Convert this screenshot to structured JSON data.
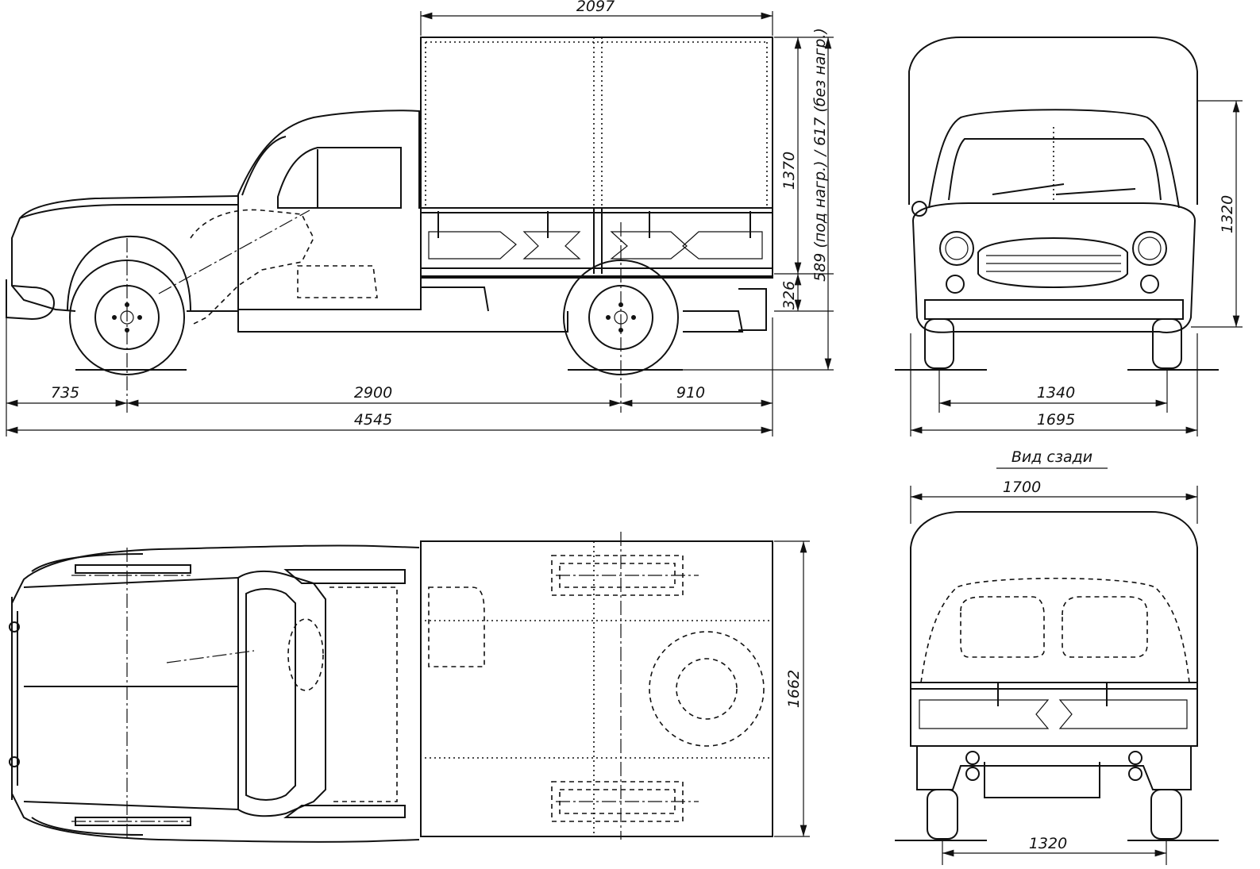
{
  "dimensions": {
    "side_bed_length": "2097",
    "side_tarp_height": "1370",
    "side_load_height": "589 (под нагр.) / 617 (без нагр.)",
    "side_frame_height": "326",
    "side_front_overhang": "735",
    "side_wheelbase": "2900",
    "side_rear_overhang": "910",
    "side_total_length": "4545",
    "front_height": "1320",
    "front_track": "1340",
    "front_width": "1695",
    "rear_width": "1700",
    "rear_track": "1320",
    "top_bed_width": "1662"
  },
  "labels": {
    "rear_view_title": "Вид сзади"
  }
}
